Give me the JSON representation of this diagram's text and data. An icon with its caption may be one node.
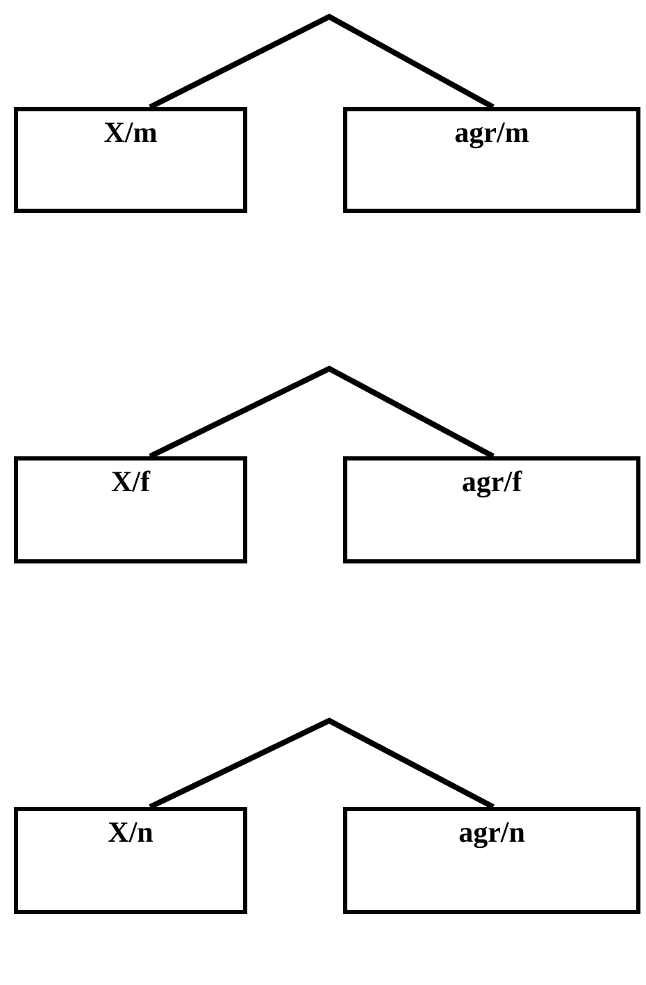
{
  "diagram": {
    "nodes": [
      {
        "text": [
          "X/m"
        ]
      },
      {
        "text": [
          "agr/m"
        ]
      },
      {
        "text": [
          "X/f"
        ]
      },
      {
        "text": [
          "agr/f"
        ]
      },
      {
        "text": [
          "X/n"
        ]
      },
      {
        "text": [
          "agr/n"
        ]
      }
    ],
    "edges": [
      {
        "from": 0,
        "to": 1,
        "arrow": "none"
      },
      {
        "from": 2,
        "to": 3,
        "arrow": "none"
      },
      {
        "from": 4,
        "to": 5,
        "arrow": "none"
      }
    ]
  }
}
